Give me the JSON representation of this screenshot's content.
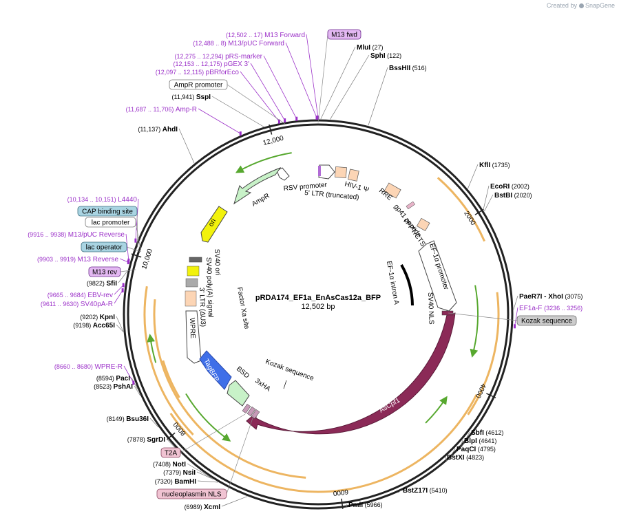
{
  "credit": {
    "prefix": "Created by",
    "brand": "SnapGene"
  },
  "plasmid": {
    "name": "pRDA174_EF1a_EnAsCas12a_BFP",
    "size": "12,502 bp",
    "length": 12502
  },
  "colors": {
    "backbone": "#222222",
    "enzyme": "#000000",
    "primer": "#9b30c8",
    "orange_arc": "#e8a33a",
    "green_arrow": "#57a82f",
    "cas_feature": "#8b2a57",
    "tagbfp": "#3f6fe8",
    "ori": "#f2f20c",
    "ampr": "#c8f2c8"
  },
  "ticks": [
    {
      "label": "2000",
      "pos": 2000
    },
    {
      "label": "4000",
      "pos": 4000
    },
    {
      "label": "6000",
      "pos": 6000
    },
    {
      "label": "8000",
      "pos": 8000
    },
    {
      "label": "10,000",
      "pos": 10000
    },
    {
      "label": "12,000",
      "pos": 12000
    }
  ],
  "sites": [
    {
      "name": "MluI",
      "pos": "(27)",
      "bp": 27
    },
    {
      "name": "SphI",
      "pos": "(122)",
      "bp": 122
    },
    {
      "name": "BssHII",
      "pos": "(516)",
      "bp": 516
    },
    {
      "name": "KflI",
      "pos": "(1735)",
      "bp": 1735
    },
    {
      "name": "EcoRI",
      "pos": "(2002)",
      "bp": 2002
    },
    {
      "name": "BstBI",
      "pos": "(2020)",
      "bp": 2020
    },
    {
      "name": "PaeR7I  - XhoI",
      "pos": "(3075)",
      "bp": 3075
    },
    {
      "name": "SbfI",
      "pos": "(4612)",
      "bp": 4612
    },
    {
      "name": "BlpI",
      "pos": "(4641)",
      "bp": 4641
    },
    {
      "name": "PaqCI",
      "pos": "(4795)",
      "bp": 4795
    },
    {
      "name": "BstXI",
      "pos": "(4823)",
      "bp": 4823
    },
    {
      "name": "BstZ17I",
      "pos": "(5410)",
      "bp": 5410
    },
    {
      "name": "PmlI",
      "pos": "(5966)",
      "bp": 5966
    },
    {
      "name": "XcmI",
      "pos": "(6989)",
      "bp": 6989
    },
    {
      "name": "BamHI",
      "pos": "(7320)",
      "bp": 7320
    },
    {
      "name": "NsiI",
      "pos": "(7379)",
      "bp": 7379
    },
    {
      "name": "NotI",
      "pos": "(7408)",
      "bp": 7408
    },
    {
      "name": "SgrDI",
      "pos": "(7878)",
      "bp": 7878
    },
    {
      "name": "Bsu36I",
      "pos": "(8149)",
      "bp": 8149
    },
    {
      "name": "PshAI",
      "pos": "(8523)",
      "bp": 8523
    },
    {
      "name": "PacI",
      "pos": "(8594)",
      "bp": 8594
    },
    {
      "name": "Acc65I",
      "pos": "(9198)",
      "bp": 9198
    },
    {
      "name": "KpnI",
      "pos": "(9202)",
      "bp": 9202
    },
    {
      "name": "SfiI",
      "pos": "(9822)",
      "bp": 9822
    },
    {
      "name": "AhdI",
      "pos": "(11,137)",
      "bp": 11137
    },
    {
      "name": "SspI",
      "pos": "(11,941)",
      "bp": 11941
    }
  ],
  "primers": [
    {
      "name": "M13 Forward",
      "range": "(12,502 .. 17)",
      "bp": 12502
    },
    {
      "name": "M13/pUC Forward",
      "range": "(12,488 .. 8)",
      "bp": 12488
    },
    {
      "name": "pRS-marker",
      "range": "(12,275 .. 12,294)",
      "bp": 12284
    },
    {
      "name": "pGEX 3'",
      "range": "(12,153 .. 12,175)",
      "bp": 12164
    },
    {
      "name": "pBRforEco",
      "range": "(12,097 .. 12,115)",
      "bp": 12106
    },
    {
      "name": "Amp-R",
      "range": "(11,687 .. 11,706)",
      "bp": 11696
    },
    {
      "name": "L4440",
      "range": "(10,134 .. 10,151)",
      "bp": 10142
    },
    {
      "name": "M13/pUC Reverse",
      "range": "(9916 .. 9938)",
      "bp": 9927
    },
    {
      "name": "M13 Reverse",
      "range": "(9903 .. 9919)",
      "bp": 9911
    },
    {
      "name": "EBV-rev",
      "range": "(9665 .. 9684)",
      "bp": 9674
    },
    {
      "name": "SV40pA-R",
      "range": "(9611 .. 9630)",
      "bp": 9620
    },
    {
      "name": "WPRE-R",
      "range": "(8660 .. 8680)",
      "bp": 8670
    },
    {
      "name": "EF1a-F",
      "range": "(3236 .. 3256)",
      "bp": 3246
    }
  ],
  "boxed_labels": [
    {
      "name": "M13 fwd",
      "style": "purple"
    },
    {
      "name": "AmpR promoter",
      "style": "white"
    },
    {
      "name": "CAP binding site",
      "style": "blue"
    },
    {
      "name": "lac promoter",
      "style": "white"
    },
    {
      "name": "lac operator",
      "style": "blue"
    },
    {
      "name": "M13 rev",
      "style": "purple"
    },
    {
      "name": "Kozak sequence",
      "style": "gray"
    },
    {
      "name": "T2A",
      "style": "pink"
    },
    {
      "name": "nucleoplasmin NLS",
      "style": "pink"
    }
  ],
  "feature_labels": [
    "RSV promoter",
    "5' LTR (truncated)",
    "HIV-1 Ψ",
    "RRE",
    "gp41 peptide",
    "cPPT/CTS",
    "EF-1α promoter",
    "EF-1α intron A",
    "SV40 NLS",
    "AsCpf1",
    "3xHA",
    "BSD",
    "TagBFP",
    "Kozak sequence",
    "Factor Xa site",
    "WPRE",
    "3' LTR (ΔU3)",
    "SV40 poly(A) signal",
    "SV40 ori",
    "ori",
    "AmpR"
  ]
}
